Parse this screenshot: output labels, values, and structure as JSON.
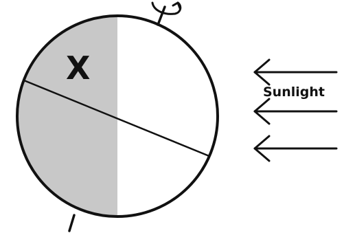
{
  "labels": {
    "region": "X",
    "light_source": "Sunlight"
  },
  "colors": {
    "night_side": "#c8c8c8",
    "day_side": "#ffffff",
    "stroke": "#111111"
  },
  "icons": {
    "rotation": "rotation-arrow-icon",
    "sunlight_arrows": "left-arrow-icon"
  },
  "sunlight_arrow_count": 3
}
